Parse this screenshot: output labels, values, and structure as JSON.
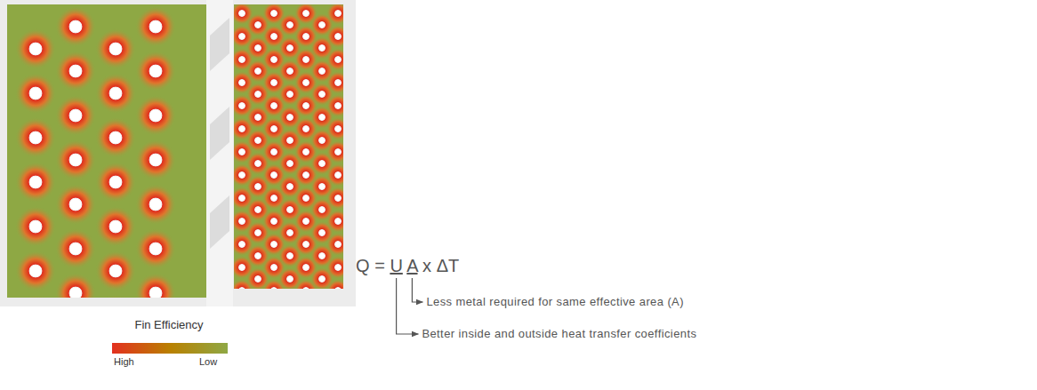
{
  "diagram": {
    "labels": [
      "Fin Efficiency",
      "Q = U A x ΔT",
      "Less metal required for same effective area (A)",
      "Better inside and outside heat transfer coefficients"
    ],
    "legend": [
      {
        "text": "High",
        "color": "#e3301f"
      },
      {
        "text": "Low",
        "color": "#8fa845"
      }
    ]
  }
}
